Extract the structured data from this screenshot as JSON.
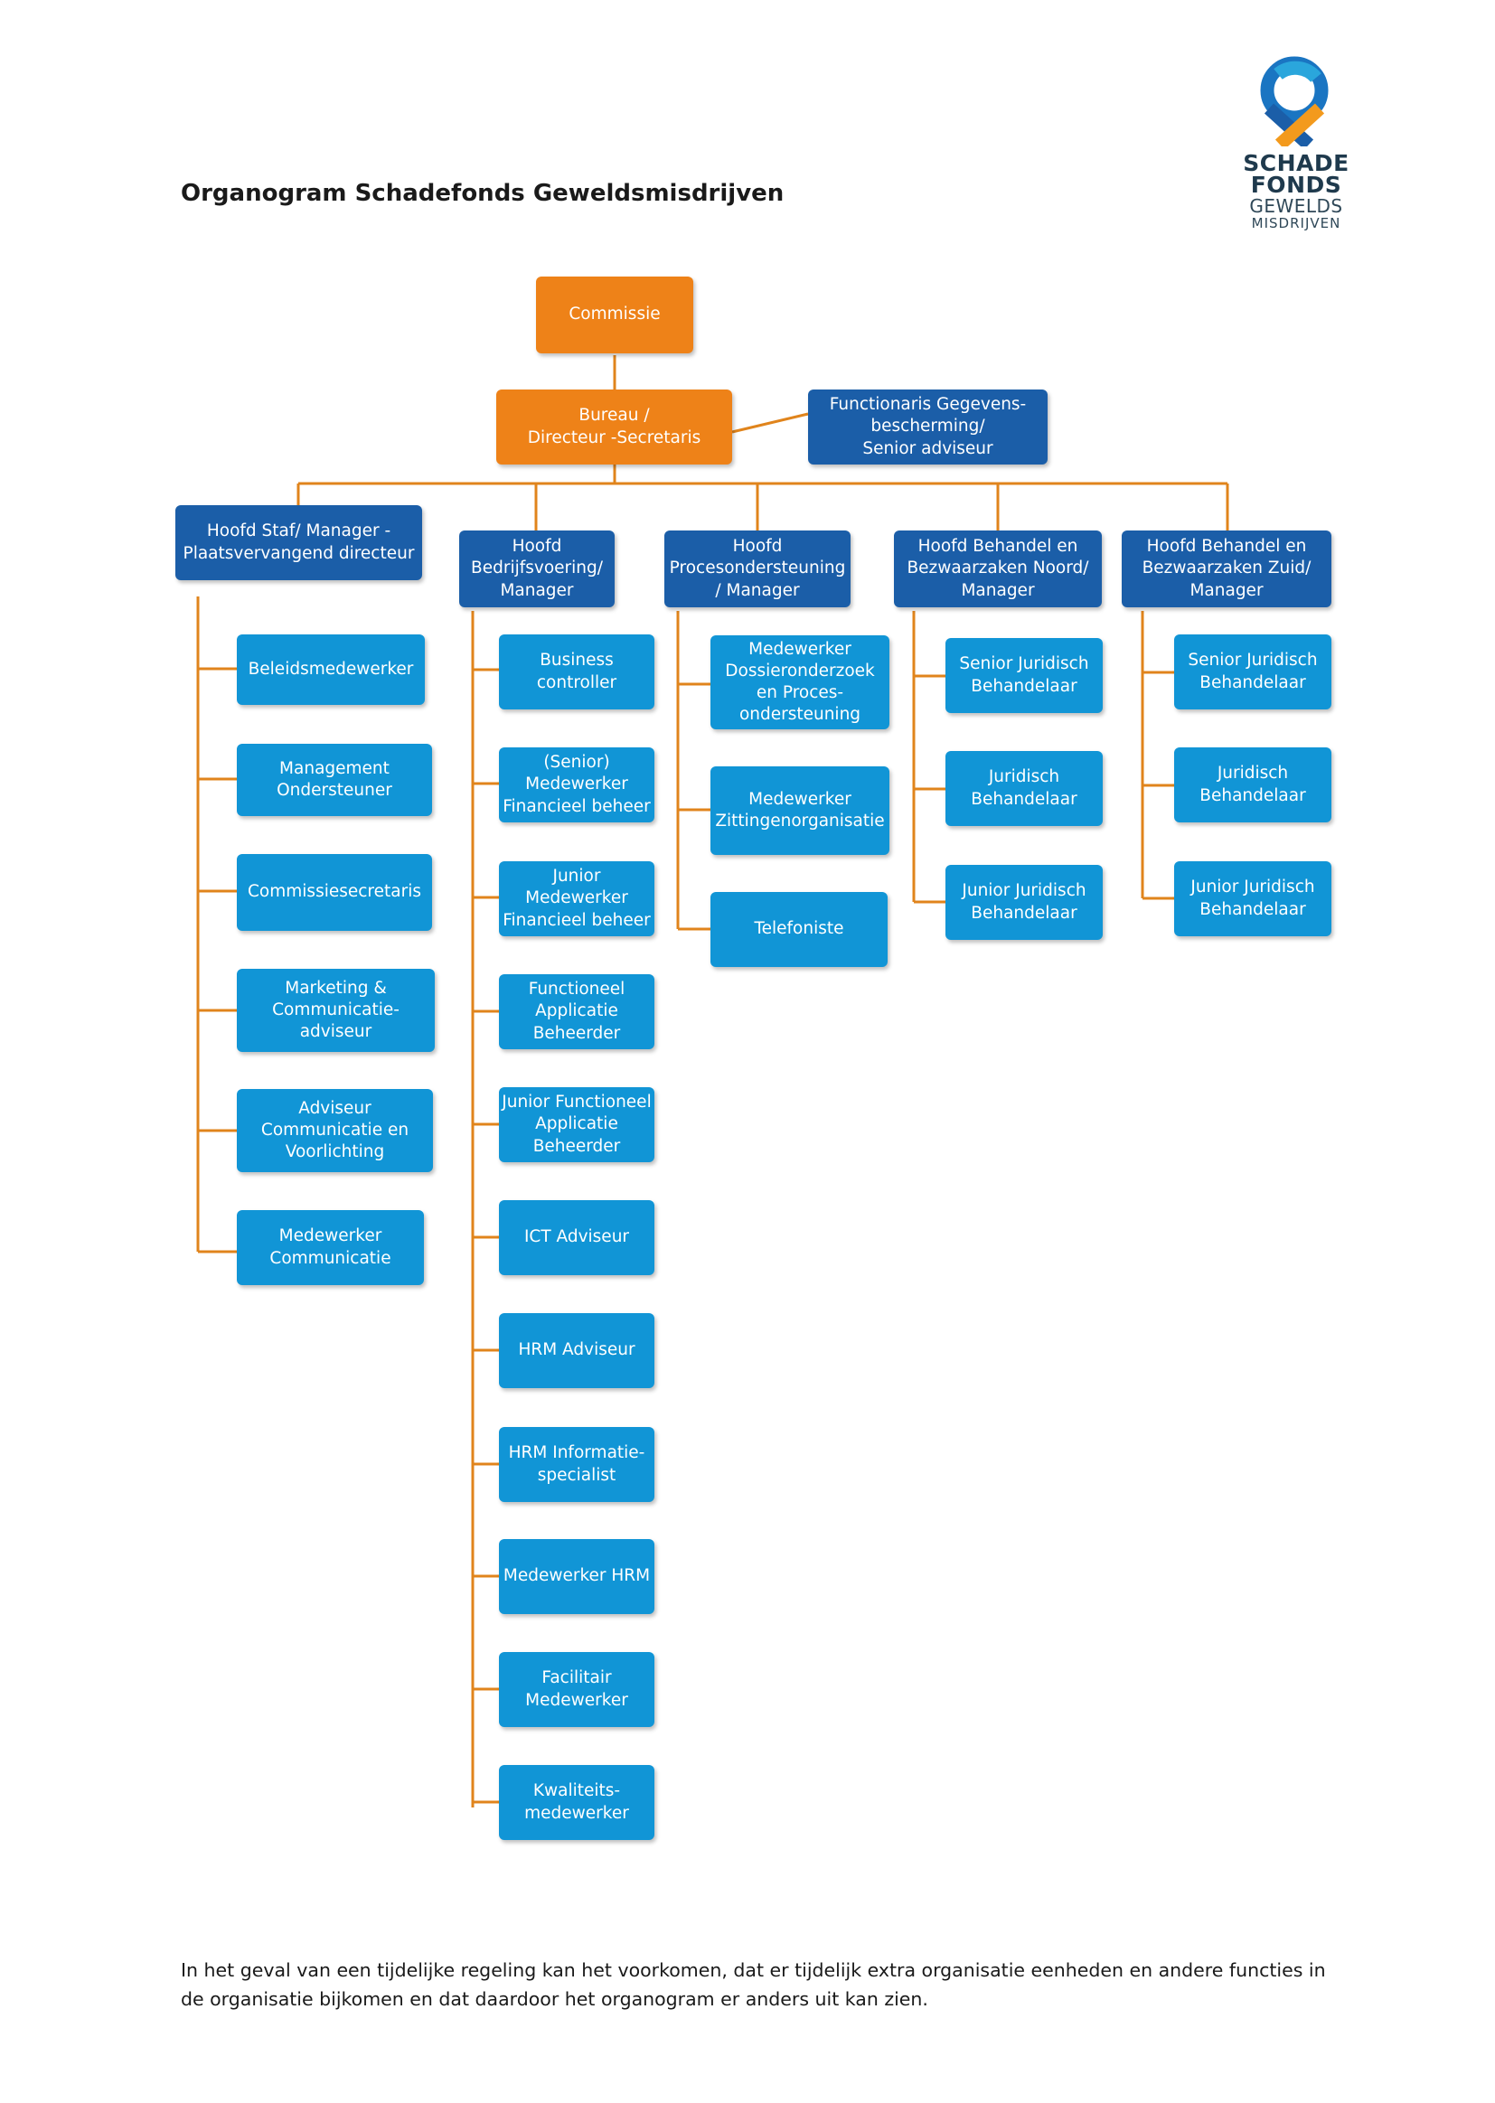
{
  "title": "Organogram Schadefonds Geweldsmisdrijven",
  "logo": {
    "line1": "SCHADE",
    "line2": "FONDS",
    "line3": "GEWELDS",
    "line4": "MISDRIJVEN"
  },
  "colors": {
    "orange": "#ee8218",
    "dark_blue": "#1b5ea8",
    "light_blue": "#1195d6",
    "connector": "#e0841c"
  },
  "top": {
    "commissie": "Commissie",
    "bureau": "Bureau /\nDirecteur -Secretaris",
    "functionaris": "Functionaris Gegevens-\nbescherming/\nSenior adviseur"
  },
  "heads": [
    "Hoofd Staf/ Manager -\nPlaatsvervangend directeur",
    "Hoofd\nBedrijfsvoering/\nManager",
    "Hoofd\nProcesondersteuning\n/ Manager",
    "Hoofd Behandel en\nBezwaarzaken Noord/\nManager",
    "Hoofd Behandel en\nBezwaarzaken Zuid/\nManager"
  ],
  "staff_units": [
    "Beleidsmedewerker",
    "Management\nOndersteuner",
    "Commissiesecretaris",
    "Marketing &\nCommunicatie-\nadviseur",
    "Adviseur\nCommunicatie en\nVoorlichting",
    "Medewerker\nCommunicatie"
  ],
  "bedrijfsvoering_units": [
    "Business\ncontroller",
    "(Senior)\nMedewerker\nFinancieel beheer",
    "Junior\nMedewerker\nFinancieel beheer",
    "Functioneel\nApplicatie\nBeheerder",
    "Junior Functioneel\nApplicatie\nBeheerder",
    "ICT Adviseur",
    "HRM Adviseur",
    "HRM Informatie-\nspecialist",
    "Medewerker HRM",
    "Facilitair\nMedewerker",
    "Kwaliteits-\nmedewerker"
  ],
  "procesondersteuning_units": [
    "Medewerker\nDossieronderzoek\nen Proces-\nondersteuning",
    "Medewerker\nZittingenorganisatie",
    "Telefoniste"
  ],
  "noord_units": [
    "Senior Juridisch\nBehandelaar",
    "Juridisch\nBehandelaar",
    "Junior Juridisch\nBehandelaar"
  ],
  "zuid_units": [
    "Senior Juridisch\nBehandelaar",
    "Juridisch\nBehandelaar",
    "Junior Juridisch\nBehandelaar"
  ],
  "footer": "In het geval van een tijdelijke regeling kan het voorkomen, dat er tijdelijk extra organisatie eenheden en andere functies in de organisatie bijkomen en dat daardoor het organogram er anders uit kan zien."
}
